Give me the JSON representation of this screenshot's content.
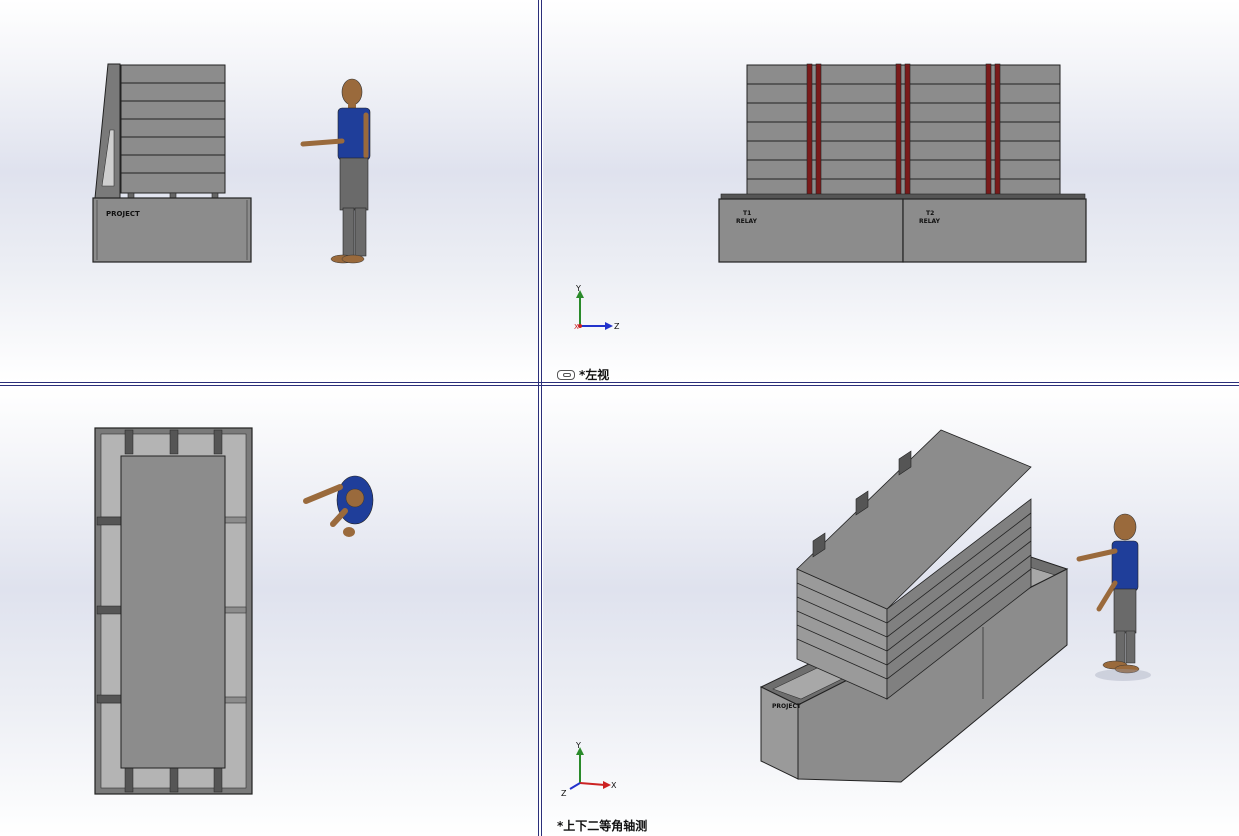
{
  "viewports": {
    "front": {
      "base_text": "PROJECT",
      "label": ""
    },
    "left": {
      "base_left_line1": "T1",
      "base_left_line2": "RELAY",
      "base_right_line1": "T2",
      "base_right_line2": "RELAY",
      "label": "*左视"
    },
    "top": {
      "label": ""
    },
    "iso": {
      "base_text": "PROJECT",
      "label": "*上下二等角轴测"
    }
  },
  "triad": {
    "left": {
      "y": "Y",
      "x": "X",
      "z": "Z"
    },
    "iso": {
      "y": "Y",
      "x": "X",
      "z": "Z"
    }
  },
  "colors": {
    "panel_gray": "#8c8c8c",
    "panel_dark": "#6e6e6e",
    "outline": "#222222",
    "red_strap": "#7a1a1a",
    "shirt_blue": "#1f3e9a",
    "skin_brown": "#9a6a3c",
    "pants_gray": "#6a6a6a",
    "axis_y": "#2a8a2a",
    "axis_x": "#cc2222",
    "axis_z": "#2233cc"
  }
}
